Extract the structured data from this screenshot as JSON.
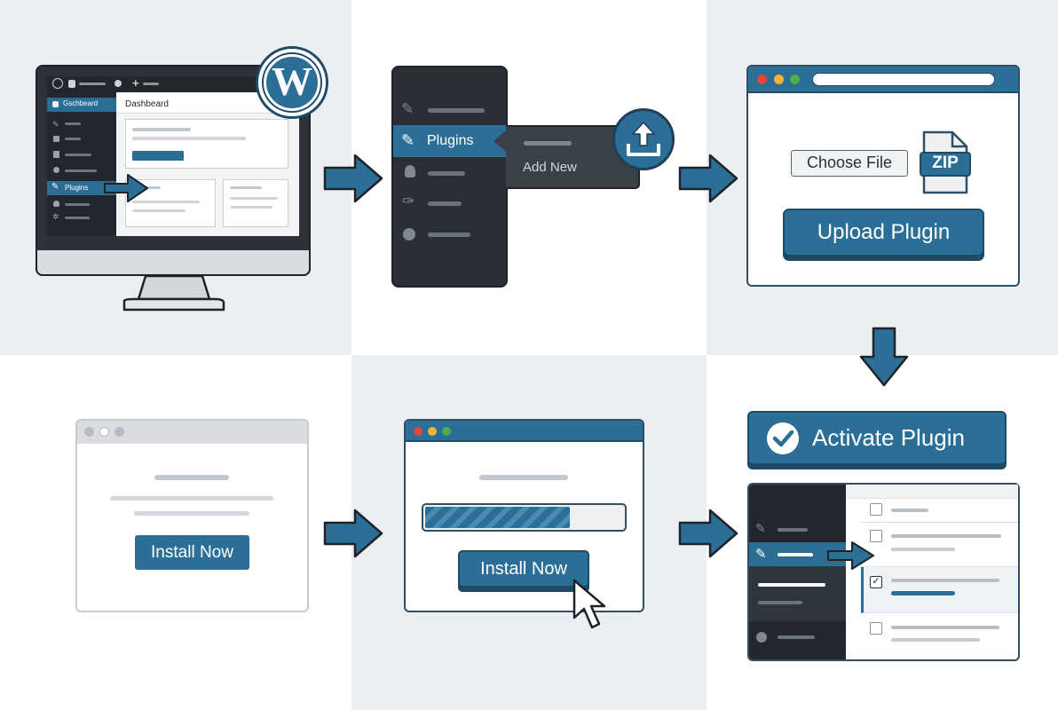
{
  "step1": {
    "nav_active_label": "Gschbeard",
    "nav_plugins_label": "Plugins",
    "content_title": "Dashbeard",
    "wp_logo_letter": "W",
    "icons": [
      "wordpress-icon",
      "home-icon",
      "comment-icon",
      "plus-icon",
      "pin-icon",
      "media-icon",
      "plugin-icon",
      "user-icon",
      "gear-icon"
    ]
  },
  "step2": {
    "menu_active_label": "Plugins",
    "submenu_label": "Add New",
    "icons": [
      "brush-icon",
      "plugin-icon",
      "user-icon",
      "wrench-icon",
      "play-icon",
      "upload-icon"
    ]
  },
  "step3": {
    "choose_file_label": "Choose File",
    "zip_label": "ZIP",
    "upload_button_label": "Upload Plugin"
  },
  "step4": {
    "install_button_label": "Install Now"
  },
  "step5": {
    "install_button_label": "Install Now",
    "progress_fraction": 0.73
  },
  "step6": {
    "activate_button_label": "Activate Plugin",
    "list_rows": [
      {
        "checked": false
      },
      {
        "checked": false
      },
      {
        "checked": true
      },
      {
        "checked": false
      }
    ]
  },
  "colors": {
    "accent": "#2b6f97",
    "dark_sidebar": "#23272d",
    "panel_gray": "#ebeff3"
  }
}
